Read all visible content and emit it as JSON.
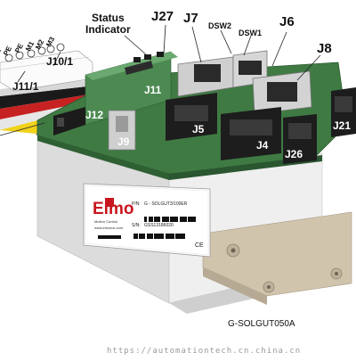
{
  "labels": {
    "status_indicator": "Status\nIndicator",
    "j27": "J27",
    "j7": "J7",
    "dsw2": "DSW2",
    "dsw1": "DSW1",
    "j6": "J6",
    "j8": "J8",
    "j10_1": "J10/1",
    "j11_1": "J11/1",
    "j11": "J11",
    "j12": "J12",
    "j9": "J9",
    "j5": "J5",
    "j4": "J4",
    "j26": "J26",
    "j21": "J21"
  },
  "pins": [
    "PR",
    "PE",
    "PE",
    "M1",
    "M2",
    "M3"
  ],
  "plate": {
    "logo": "Elmo",
    "tagline": "Motion Control",
    "url": "www.elmomc.com",
    "pn_label": "P/N:",
    "pn_value": "G - SOLGUT3/100ER",
    "sn_label": "S/N:",
    "sn_value": "GSS13186020",
    "ce": "CE"
  },
  "model": "G-SOLGUT050A",
  "watermark": "https://automationtech.cn.china.cn",
  "colors": {
    "pcb": "#3f7a43",
    "heatsink": "#d8d8d8",
    "flange": "#c9bca6",
    "logo_red": "#c8161e"
  }
}
